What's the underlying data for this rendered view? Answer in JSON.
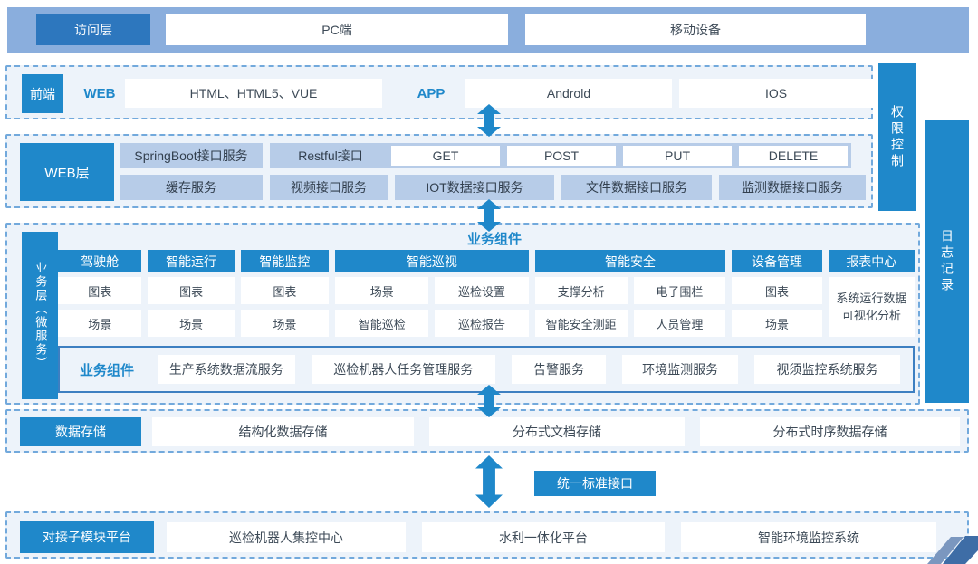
{
  "colors": {
    "band_blue": "#8aaedd",
    "dark_blue": "#2d77be",
    "accent_blue": "#1f88ca",
    "periwinkle": "#b7cce8",
    "section_bg": "#edf3fa",
    "dashed_border": "#72a9dc",
    "corner_front": "#3e6da6",
    "corner_back": "#7b97bf"
  },
  "access_layer": {
    "label": "访问层",
    "items": [
      "PC端",
      "移动设备"
    ]
  },
  "frontend": {
    "label": "前端",
    "web_label": "WEB",
    "web_item": "HTML、HTML5、VUE",
    "app_label": "APP",
    "app_items": [
      "Androld",
      "IOS"
    ]
  },
  "web_layer": {
    "label": "WEB层",
    "springboot": "SpringBoot接口服务",
    "restful": "Restful接口",
    "methods": [
      "GET",
      "POST",
      "PUT",
      "DELETE"
    ],
    "row2": [
      "缓存服务",
      "视频接口服务",
      "IOT数据接口服务",
      "文件数据接口服务",
      "监测数据接口服务"
    ]
  },
  "right_bars": {
    "permission": "权限控制",
    "log": "日志记录"
  },
  "business": {
    "side_label_1": "业务层",
    "side_label_2": "（微服务）",
    "title": "业务组件",
    "columns": [
      {
        "header": "驾驶舱",
        "cells": [
          "图表",
          "场景"
        ]
      },
      {
        "header": "智能运行",
        "cells": [
          "图表",
          "场景"
        ]
      },
      {
        "header": "智能监控",
        "cells": [
          "图表",
          "场景"
        ]
      },
      {
        "header": "智能巡视",
        "sub": [
          [
            "场景",
            "智能巡检"
          ],
          [
            "巡检设置",
            "巡检报告"
          ]
        ]
      },
      {
        "header": "智能安全",
        "sub": [
          [
            "支撑分析",
            "智能安全测距"
          ],
          [
            "电子围栏",
            "人员管理"
          ]
        ]
      },
      {
        "header": "设备管理",
        "cells": [
          "图表",
          "场景"
        ]
      },
      {
        "header": "报表中心",
        "merged": [
          "系统运行数据",
          "可视化分析"
        ]
      }
    ],
    "strip": {
      "label": "业务组件",
      "items": [
        "生产系统数据流服务",
        "巡检机器人任务管理服务",
        "告警服务",
        "环境监测服务",
        "视须监控系统服务"
      ]
    }
  },
  "data_storage": {
    "label": "数据存储",
    "items": [
      "结构化数据存储",
      "分布式文档存储",
      "分布式时序数据存储"
    ]
  },
  "unified_interface": {
    "label": "统一标准接口"
  },
  "platform_layer": {
    "label": "对接子模块平台",
    "items": [
      "巡检机器人集控中心",
      "水利一体化平台",
      "智能环境监控系统"
    ]
  }
}
